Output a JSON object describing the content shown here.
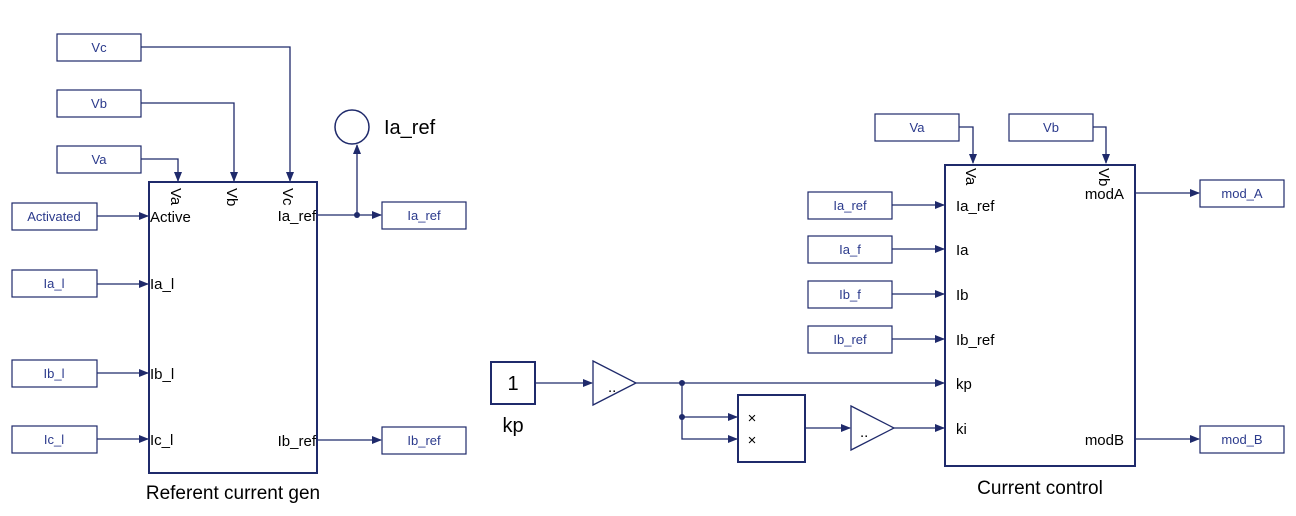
{
  "referent_block": {
    "caption": "Referent current gen",
    "top_ports": [
      "Va",
      "Vb",
      "Vc"
    ],
    "left_ports": [
      "Active",
      "Ia_l",
      "Ib_l",
      "Ic_l"
    ],
    "right_ports": [
      "Ia_ref",
      "Ib_ref"
    ],
    "input_tags": [
      "Vc",
      "Vb",
      "Va",
      "Activated",
      "Ia_l",
      "Ib_l",
      "Ic_l"
    ],
    "output_tags": [
      "Ia_ref",
      "Ib_ref"
    ],
    "probe_label": "Ia_ref"
  },
  "control_block": {
    "caption": "Current control",
    "top_ports": [
      "Va",
      "Vb"
    ],
    "left_ports": [
      "Ia_ref",
      "Ia",
      "Ib",
      "Ib_ref",
      "kp",
      "ki"
    ],
    "right_ports": [
      "modA",
      "modB"
    ],
    "input_tags": [
      "Va",
      "Vb",
      "Ia_ref",
      "Ia_f",
      "Ib_f",
      "Ib_ref"
    ],
    "output_tags": [
      "mod_A",
      "mod_B"
    ]
  },
  "constant": {
    "value": "1",
    "label": "kp"
  },
  "gain_symbol": "..",
  "multiplier_symbol": "×"
}
